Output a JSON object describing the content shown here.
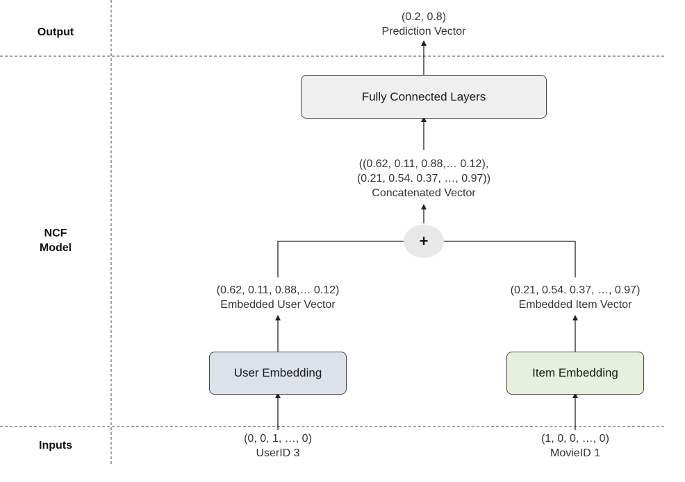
{
  "sections": {
    "output": "Output",
    "model_line1": "NCF",
    "model_line2": "Model",
    "inputs": "Inputs"
  },
  "nodes": {
    "fully_connected": "Fully Connected Layers",
    "user_embedding": "User Embedding",
    "item_embedding": "Item Embedding",
    "concat_operator": "+"
  },
  "captions": {
    "prediction_value": "(0.2, 0.8)",
    "prediction_label": "Prediction Vector",
    "concatenated_value_line1": "((0.62, 0.11, 0.88,… 0.12),",
    "concatenated_value_line2": "(0.21, 0.54. 0.37, …, 0.97))",
    "concatenated_label": "Concatenated Vector",
    "user_vector_value": "(0.62, 0.11, 0.88,… 0.12)",
    "user_vector_label": "Embedded User Vector",
    "item_vector_value": "(0.21, 0.54. 0.37, …, 0.97)",
    "item_vector_label": "Embedded Item Vector",
    "user_input_value": "(0, 0, 1, …, 0)",
    "user_input_label": "UserID 3",
    "item_input_value": "(1, 0, 0, …, 0)",
    "item_input_label": "MovieID 1"
  },
  "colors": {
    "fully_connected_fill": "#efefef",
    "user_embedding_fill": "#dde2ea",
    "item_embedding_fill": "#e6f0dc",
    "operator_fill": "#e8e8e8",
    "line_color": "#222222"
  }
}
